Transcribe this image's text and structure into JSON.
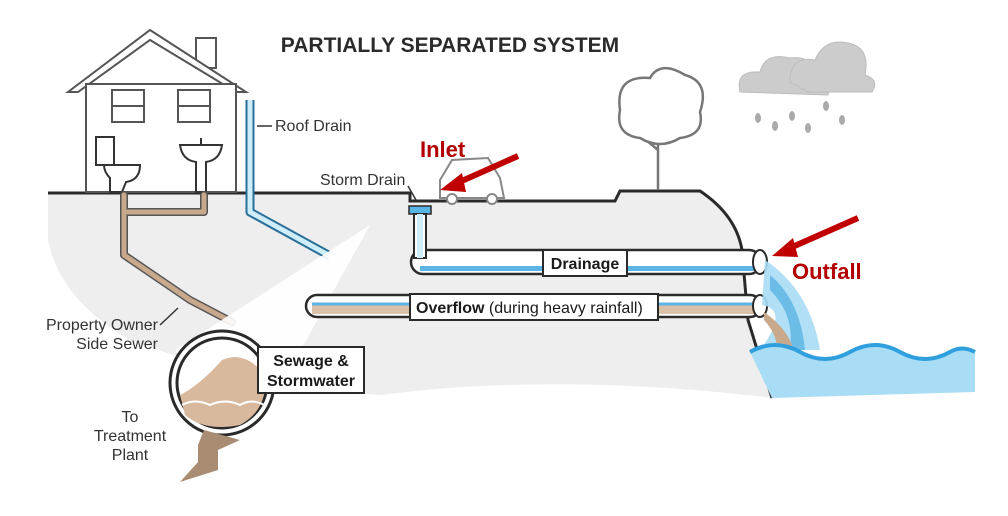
{
  "title": "PARTIALLY SEPARATED SYSTEM",
  "labels": {
    "roof_drain": "Roof Drain",
    "storm_drain": "Storm Drain",
    "inlet": "Inlet",
    "outfall": "Outfall",
    "drainage": "Drainage",
    "overflow_bold": "Overflow",
    "overflow_note": " (during heavy rainfall)",
    "property_owner_line1": "Property Owner",
    "property_owner_line2": "Side Sewer",
    "sewage_line1": "Sewage &",
    "sewage_line2": "Stormwater",
    "treatment_line1": "To",
    "treatment_line2": "Treatment",
    "treatment_line3": "Plant"
  },
  "colors": {
    "outline": "#2a2a2a",
    "ground": "#eeeeee",
    "sewage_pipe": "#c8a98c",
    "water": "#5ab4e5",
    "water_light": "#a9dcf5",
    "highlight_red": "#c00000",
    "arrow_brown": "#a88d72"
  },
  "icons": [
    "house-icon",
    "toilet-icon",
    "sink-icon",
    "car-icon",
    "tree-icon",
    "cloud-icon",
    "rain-drops-icon"
  ]
}
